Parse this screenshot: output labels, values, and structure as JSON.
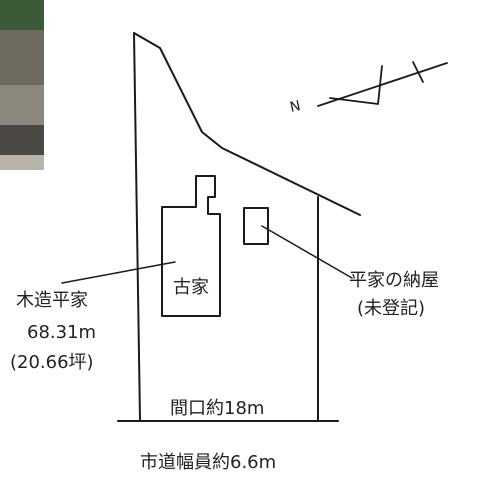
{
  "labels": {
    "old_house": "古家",
    "barn_line1": "平家の納屋",
    "barn_line2": "(未登記)",
    "wooden_line1": "木造平家",
    "wooden_line2": "68.31m",
    "wooden_line3": "(20.66坪)",
    "frontage": "間口約18m",
    "road": "市道幅員約6.6m"
  },
  "north_arrow": {
    "letter": "N"
  },
  "colors": {
    "line": "#1a1a1a",
    "text": "#222222",
    "background": "#ffffff"
  }
}
